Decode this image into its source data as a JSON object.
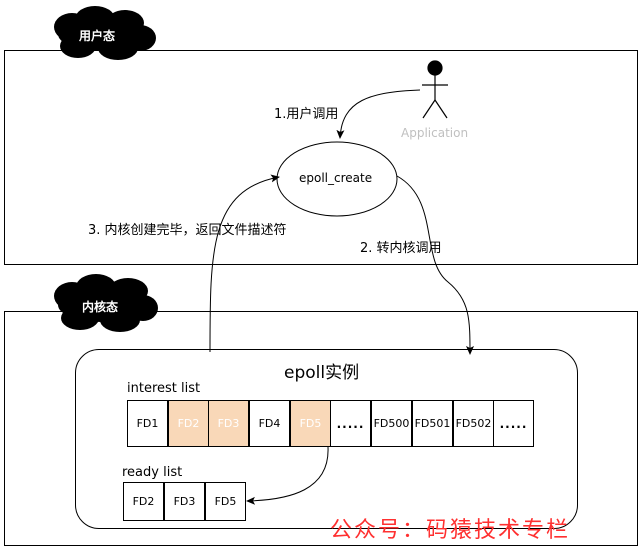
{
  "user_mode": {
    "label": "用户态"
  },
  "kernel_mode": {
    "label": "内核态"
  },
  "actor": {
    "label": "Application"
  },
  "epoll_create": {
    "label": "epoll_create"
  },
  "steps": {
    "step1": "1.用户调用",
    "step2": "2. 转内核调用",
    "step3": "3. 内核创建完毕，返回文件描述符"
  },
  "instance": {
    "title": "epoll实例",
    "interest_list": {
      "label": "interest list",
      "cells": [
        {
          "text": "FD1",
          "highlight": false
        },
        {
          "text": "FD2",
          "highlight": true
        },
        {
          "text": "FD3",
          "highlight": true
        },
        {
          "text": "FD4",
          "highlight": false
        },
        {
          "text": "FD5",
          "highlight": true
        },
        {
          "text": ".....",
          "highlight": false
        },
        {
          "text": "FD500",
          "highlight": false
        },
        {
          "text": "FD501",
          "highlight": false
        },
        {
          "text": "FD502",
          "highlight": false
        },
        {
          "text": ".....",
          "highlight": false
        }
      ]
    },
    "ready_list": {
      "label": "ready list",
      "cells": [
        "FD2",
        "FD3",
        "FD5"
      ]
    }
  },
  "watermark": "公众号：码猿技术专栏",
  "colors": {
    "highlight": "#f9d8b8",
    "watermark": "#ff3030",
    "actor_label": "#c0c0c0",
    "cloud": "#000000"
  }
}
